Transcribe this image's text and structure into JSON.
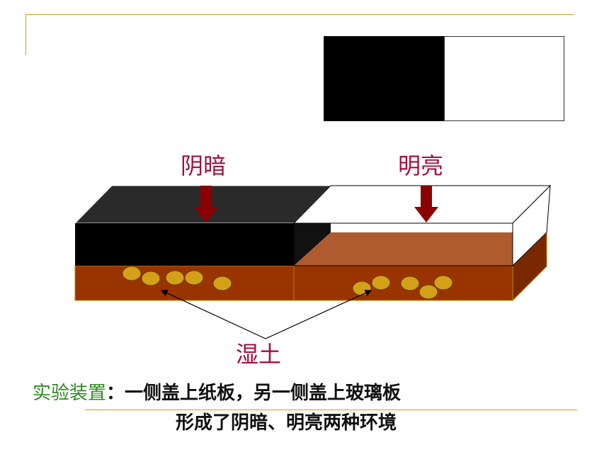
{
  "labels": {
    "dark": "阴暗",
    "light": "明亮",
    "soil": "湿土"
  },
  "caption": {
    "title": "实验装置",
    "line1": "：一侧盖上纸板，另一侧盖上玻璃板",
    "line2": "形成了阴暗、明亮两种环境"
  },
  "colors": {
    "accent_line": "#d4a017",
    "label_red": "#a4103a",
    "arrow": "#8b0000",
    "soil": "#993300",
    "soil_light_top": "#b05a30",
    "pebble": "#d4a017",
    "caption_title": "#2e8b20"
  }
}
